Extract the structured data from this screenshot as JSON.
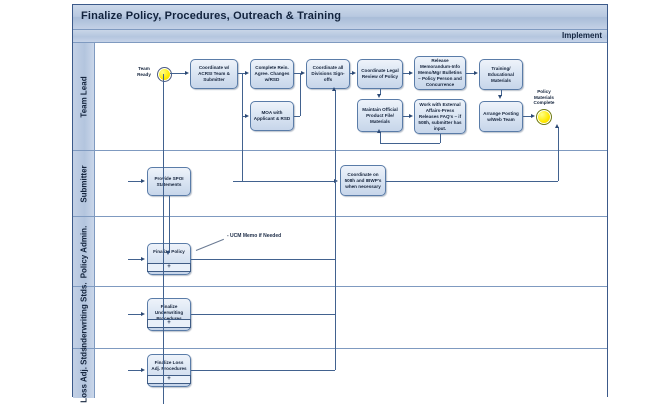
{
  "diagram": {
    "title": "Finalize Policy, Procedures, Outreach & Training",
    "phase": "Implement",
    "type": "bpmn-swimlane-flowchart",
    "accent_color": "#b4c6df",
    "box_fill": "#dde7f4",
    "box_border": "#5a7ca8",
    "event_color": "#ffe900",
    "connector_color": "#42628f"
  },
  "lanes": [
    {
      "id": "team-lead",
      "label": "Team Lead"
    },
    {
      "id": "submitter",
      "label": "Submitter"
    },
    {
      "id": "policy-admin",
      "label": "Policy Admin."
    },
    {
      "id": "underwriting",
      "label": "Underwriting\nStds."
    },
    {
      "id": "loss-adj",
      "label": "Loss Adj.\nStds."
    }
  ],
  "events": [
    {
      "id": "start",
      "label": "Team\nReady",
      "lane": "team-lead",
      "kind": "start"
    },
    {
      "id": "end",
      "label": "Policy\nMaterials\nComplete",
      "lane": "team-lead",
      "kind": "end"
    }
  ],
  "tasks": [
    {
      "id": "t1",
      "lane": "team-lead",
      "label": "Coordinate w/ ACRSI Team & Submitter",
      "subprocess": false
    },
    {
      "id": "t2",
      "lane": "team-lead",
      "label": "Complete Rein. Agree. Changes w/RSD",
      "subprocess": false
    },
    {
      "id": "t3",
      "lane": "team-lead",
      "label": "MOA with Applicant & RSD",
      "subprocess": false
    },
    {
      "id": "t4",
      "lane": "team-lead",
      "label": "Coordinate all Divisions Sign-offs",
      "subprocess": false
    },
    {
      "id": "t5",
      "lane": "team-lead",
      "label": "Coordinate Legal Review of Policy",
      "subprocess": false
    },
    {
      "id": "t6",
      "lane": "team-lead",
      "label": "Maintain Official Product File/ Materials",
      "subprocess": false
    },
    {
      "id": "t7",
      "lane": "team-lead",
      "label": "Release Memorandum-Info Memo/Mgr Bulletins – Policy Person and Concurrence",
      "subprocess": false
    },
    {
      "id": "t8",
      "lane": "team-lead",
      "label": "Work with External Affairs-Press Releases FAQ's – if 508h, submitter has input.",
      "subprocess": false
    },
    {
      "id": "t9",
      "lane": "team-lead",
      "label": "Training/ Educational Materials",
      "subprocess": false
    },
    {
      "id": "t10",
      "lane": "team-lead",
      "label": "Arrange Posting w/Web Team",
      "subprocess": false
    },
    {
      "id": "t11",
      "lane": "submitter",
      "label": "Provide SPOI Statements",
      "subprocess": false
    },
    {
      "id": "t12",
      "lane": "submitter",
      "label": "Coordinate on 508h and IBWP's when necessary",
      "subprocess": false
    },
    {
      "id": "t13",
      "lane": "policy-admin",
      "label": "Finalize Policy",
      "subprocess": true
    },
    {
      "id": "t14",
      "lane": "underwriting",
      "label": "Finalize Underwriting Procedures",
      "subprocess": true
    },
    {
      "id": "t15",
      "lane": "loss-adj",
      "label": "Finalize Loss Adj. Procedures",
      "subprocess": true
    }
  ],
  "annotations": [
    {
      "id": "a1",
      "text": "- UCM Memo if Needed",
      "attached_to": "t13"
    }
  ],
  "subprocess_marker": "+"
}
